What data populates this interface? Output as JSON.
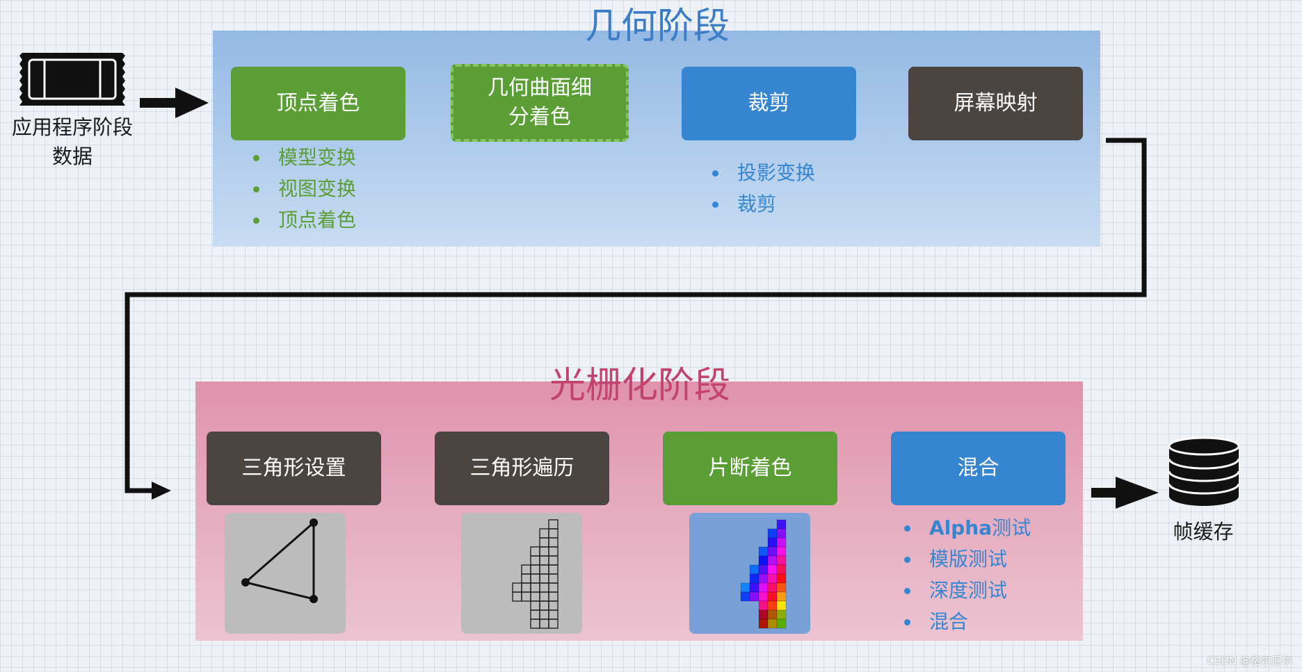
{
  "application": {
    "label_line1": "应用程序阶段",
    "label_line2": "数据"
  },
  "geometry_stage": {
    "title": "几何阶段",
    "steps": [
      {
        "label": "顶点着色",
        "color": "#5a9e35"
      },
      {
        "label_line1": "几何曲面细",
        "label_line2": "分着色",
        "color": "#5a9e35",
        "style": "dashed"
      },
      {
        "label": "裁剪",
        "color": "#3585d0"
      },
      {
        "label": "屏幕映射",
        "color": "#4a4540"
      }
    ],
    "vertex_bullets": [
      "模型变换",
      "视图变换",
      "顶点着色"
    ],
    "clip_bullets": [
      "投影变换",
      "裁剪"
    ]
  },
  "raster_stage": {
    "title": "光栅化阶段",
    "steps": [
      {
        "label": "三角形设置",
        "color": "#4a4540"
      },
      {
        "label": "三角形遍历",
        "color": "#4a4540"
      },
      {
        "label": "片断着色",
        "color": "#5a9e35"
      },
      {
        "label": "混合",
        "color": "#3585d0"
      }
    ],
    "blend_bullets": [
      {
        "strong": "Alpha",
        "rest": "测试"
      },
      {
        "strong": "",
        "rest": "模版测试"
      },
      {
        "strong": "",
        "rest": "深度测试"
      },
      {
        "strong": "",
        "rest": "混合"
      }
    ]
  },
  "output": {
    "label": "帧缓存"
  },
  "watermark": "CSDN @格尔尼尔",
  "colors": {
    "geometry_accent": "#3d7cc6",
    "raster_accent": "#c2436d",
    "geometry_arrow": "#5aa9e8",
    "raster_arrow": "#c8426f"
  }
}
